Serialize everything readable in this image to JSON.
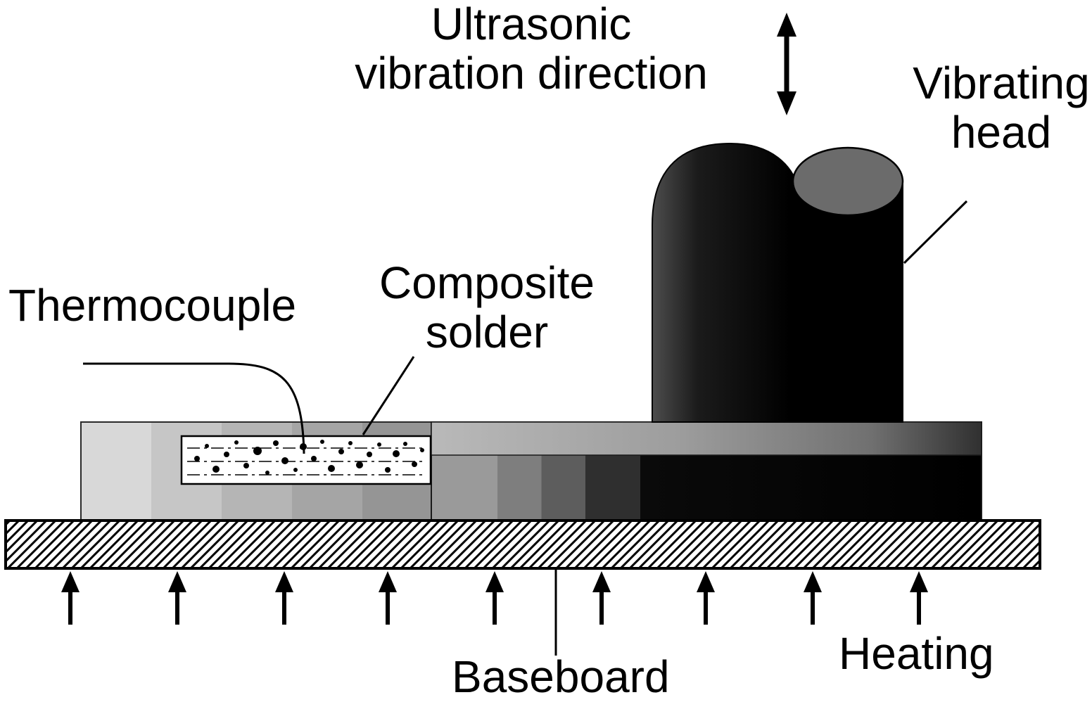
{
  "figure": {
    "type": "schematic-diagram"
  },
  "labels": {
    "vibration_direction": "Ultrasonic\nvibration direction",
    "vibrating_head": "Vibrating\nhead",
    "thermocouple": "Thermocouple",
    "composite_solder": "Composite\nsolder",
    "baseboard": "Baseboard",
    "heating": "Heating"
  },
  "counts": {
    "heating_arrows": 9
  },
  "colors": {
    "ink": "#000000",
    "background": "#ffffff",
    "vibrating_head_body": "#0a0a0a",
    "vibrating_head_top_face": "#6b6b6b",
    "left_block_gray": "#c0c0c0",
    "upper_plate_dark": "#000000",
    "solder_pool_fill": "#ffffff"
  }
}
